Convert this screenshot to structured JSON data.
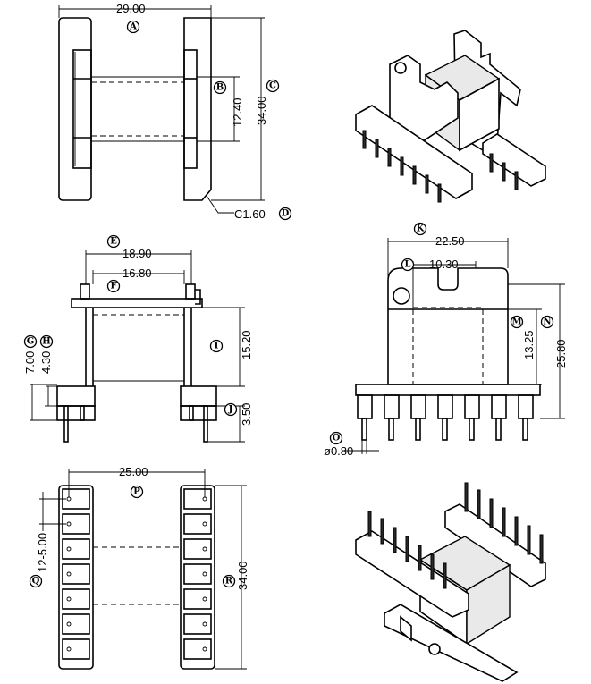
{
  "dimensions": {
    "A": "29.00",
    "B": "12.40",
    "C": "34.00",
    "D": "C1.60",
    "E": "18.90",
    "F": "16.80",
    "G": "7.00",
    "H": "4.30",
    "I": "15.20",
    "J": "3.50",
    "K": "22.50",
    "L": "10.30",
    "M": "13.25",
    "N": "25.80",
    "O": "ø0.80",
    "P": "25.00",
    "Q": "12-5.00",
    "R": "34.00"
  },
  "badges": [
    "A",
    "B",
    "C",
    "D",
    "E",
    "F",
    "G",
    "H",
    "I",
    "J",
    "K",
    "L",
    "M",
    "N",
    "O",
    "P",
    "Q",
    "R"
  ],
  "colors": {
    "line": "#000000",
    "background": "#ffffff",
    "shade": "#e9e9e9"
  }
}
